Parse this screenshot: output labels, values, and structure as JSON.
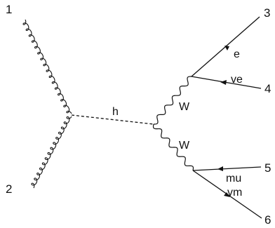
{
  "diagram": {
    "external_legs": [
      {
        "number": "1",
        "particle": "gluon"
      },
      {
        "number": "2",
        "particle": "gluon"
      },
      {
        "number": "3",
        "particle": "e"
      },
      {
        "number": "4",
        "particle": "ve"
      },
      {
        "number": "5",
        "particle": "mu"
      },
      {
        "number": "6",
        "particle": "vm"
      }
    ],
    "propagators": {
      "higgs": "h",
      "w_upper": "W",
      "w_lower": "W"
    },
    "fermions": {
      "e": "e",
      "ve": "ve",
      "mu": "mu",
      "vm": "vm"
    },
    "colors": {
      "line": "#111111",
      "background": "#ffffff"
    }
  }
}
